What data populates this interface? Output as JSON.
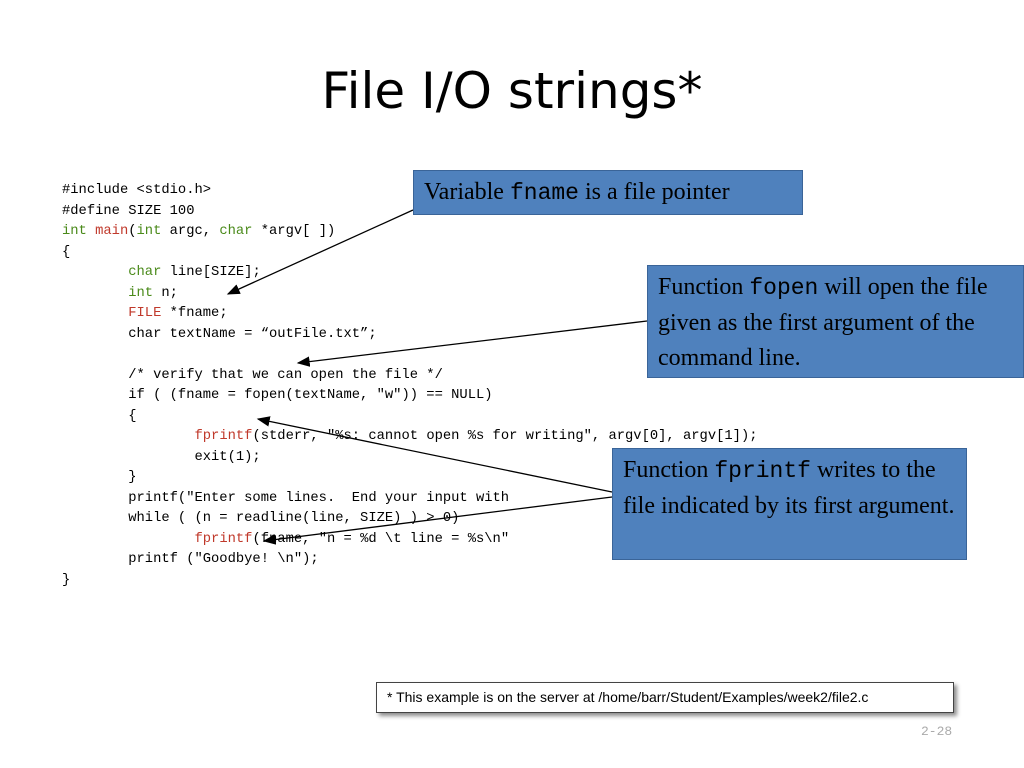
{
  "title": "File I/O strings*",
  "code": {
    "lines": [
      [
        {
          "t": "#include <stdio.h>"
        }
      ],
      [
        {
          "t": "#define SIZE 100"
        }
      ],
      [
        {
          "t": "int",
          "c": "kw"
        },
        {
          "t": " "
        },
        {
          "t": "main",
          "c": "fn"
        },
        {
          "t": "("
        },
        {
          "t": "int",
          "c": "kw"
        },
        {
          "t": " argc, "
        },
        {
          "t": "char",
          "c": "kw"
        },
        {
          "t": " *argv[ ])"
        }
      ],
      [
        {
          "t": "{"
        }
      ],
      [
        {
          "t": "        "
        },
        {
          "t": "char",
          "c": "kw"
        },
        {
          "t": " line[SIZE];"
        }
      ],
      [
        {
          "t": "        "
        },
        {
          "t": "int",
          "c": "kw"
        },
        {
          "t": " n;"
        }
      ],
      [
        {
          "t": "        "
        },
        {
          "t": "FILE",
          "c": "fn"
        },
        {
          "t": " *fname;"
        }
      ],
      [
        {
          "t": "        char textName = “outFile.txt”;"
        }
      ],
      [
        {
          "t": ""
        }
      ],
      [
        {
          "t": "        /* verify that we can open the file */"
        }
      ],
      [
        {
          "t": "        if ( (fname = fopen(textName, \"w\")) == NULL)"
        }
      ],
      [
        {
          "t": "        {"
        }
      ],
      [
        {
          "t": "                "
        },
        {
          "t": "fprintf",
          "c": "fn"
        },
        {
          "t": "(stderr, \"%s: cannot open %s for writing\", argv[0], argv[1]);"
        }
      ],
      [
        {
          "t": "                exit(1);"
        }
      ],
      [
        {
          "t": "        }"
        }
      ],
      [
        {
          "t": "        printf(\"Enter some lines.  End your input with"
        }
      ],
      [
        {
          "t": "        while ( (n = readline(line, SIZE) ) > 0)"
        }
      ],
      [
        {
          "t": "                "
        },
        {
          "t": "fprintf",
          "c": "fn"
        },
        {
          "t": "(fname, \"n = %d \\t line = %s\\n\""
        }
      ],
      [
        {
          "t": "        printf (\"Goodbye! \\n\");"
        }
      ],
      [
        {
          "t": "}"
        }
      ]
    ]
  },
  "callouts": {
    "fname": {
      "pre": "Variable ",
      "mono": "fname",
      "post": " is a file pointer"
    },
    "fopen": {
      "pre": "Function ",
      "mono": "fopen",
      "post": " will open",
      "rest": "the file given as the first argument of the command line."
    },
    "fprintf": {
      "pre": "Function ",
      "mono": "fprintf",
      "post": " writes to",
      "rest": "the file indicated by its first argument."
    }
  },
  "footnote": "*  This example is on the server at /home/barr/Student/Examples/week2/file2.c",
  "page_number": "2-28"
}
